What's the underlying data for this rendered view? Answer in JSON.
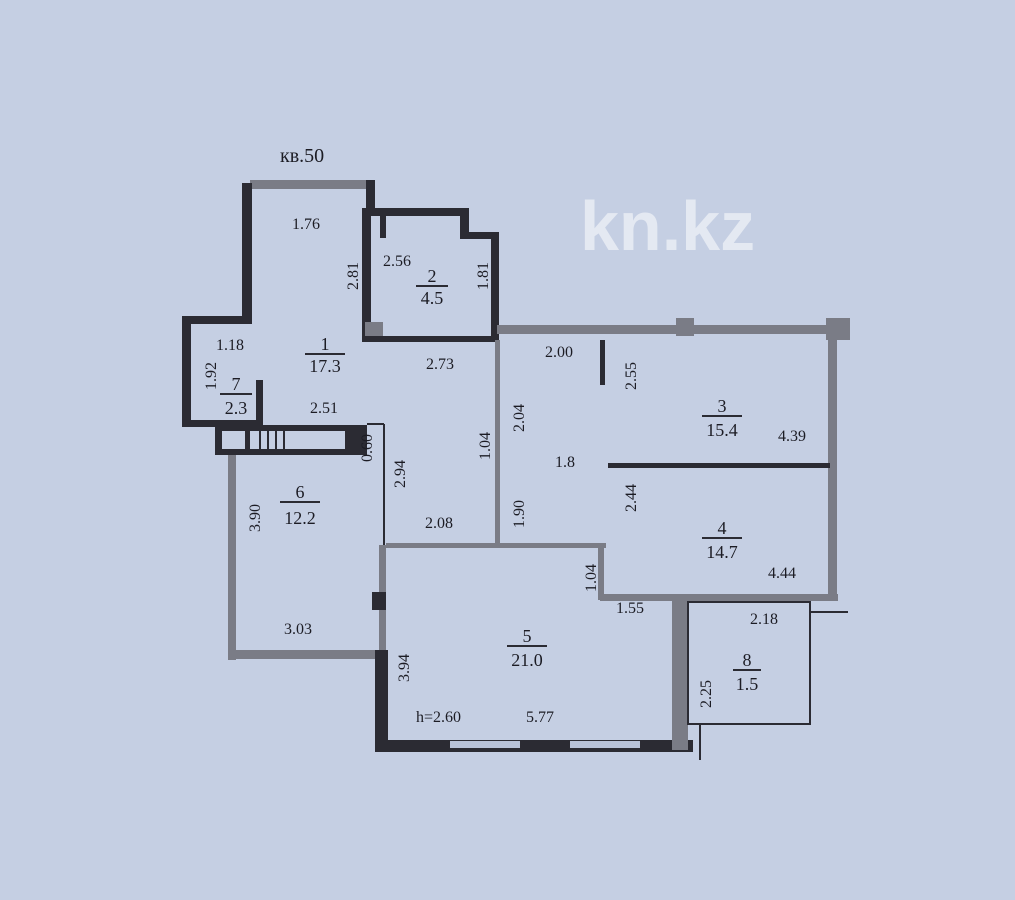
{
  "plan": {
    "title": "кв.50",
    "ceiling_height": "h=2.60",
    "watermark": "kn.kz",
    "rooms": [
      {
        "number": "1",
        "area": "17.3"
      },
      {
        "number": "2",
        "area": "4.5"
      },
      {
        "number": "3",
        "area": "15.4"
      },
      {
        "number": "4",
        "area": "14.7"
      },
      {
        "number": "5",
        "area": "21.0"
      },
      {
        "number": "6",
        "area": "12.2"
      },
      {
        "number": "7",
        "area": "2.3"
      },
      {
        "number": "8",
        "area": "1.5"
      }
    ],
    "dims": [
      "1.76",
      "2.56",
      "1.81",
      "2.81",
      "2.73",
      "1.18",
      "1.92",
      "2.51",
      "0.60",
      "2.94",
      "1.04",
      "2.04",
      "1.90",
      "2.08",
      "2.00",
      "2.55",
      "4.39",
      "1.8",
      "2.44",
      "4.44",
      "1.04",
      "1.55",
      "2.18",
      "2.25",
      "3.90",
      "3.03",
      "3.94",
      "5.77"
    ],
    "colors": {
      "background": "#c5cfe3",
      "wall": "#2b2b33",
      "wall_section": "#7a7c86"
    }
  }
}
